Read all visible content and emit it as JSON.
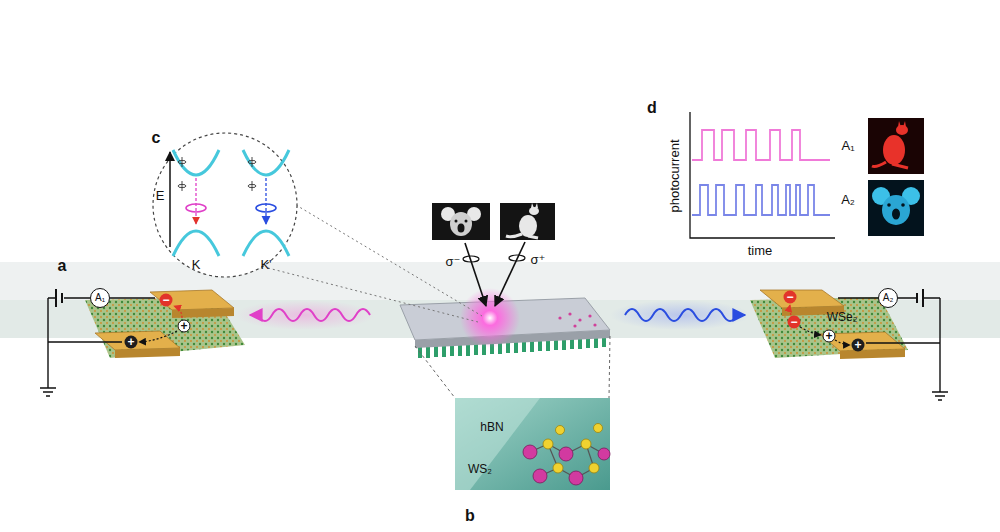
{
  "diagram": {
    "nodes": [
      {
        "text": [
          "A₁"
        ]
      },
      {
        "text": [
          "A₂"
        ]
      }
    ],
    "labels": [
      "c",
      "d",
      "E",
      "K",
      "K'",
      "photocurrent",
      "A₁",
      "time",
      "A₂",
      "σ⁻",
      "σ⁺",
      "a",
      "−",
      "+",
      "+",
      "WSe₂",
      "−",
      "−",
      "+",
      "+",
      "b",
      "hBN",
      "WS₂"
    ]
  }
}
